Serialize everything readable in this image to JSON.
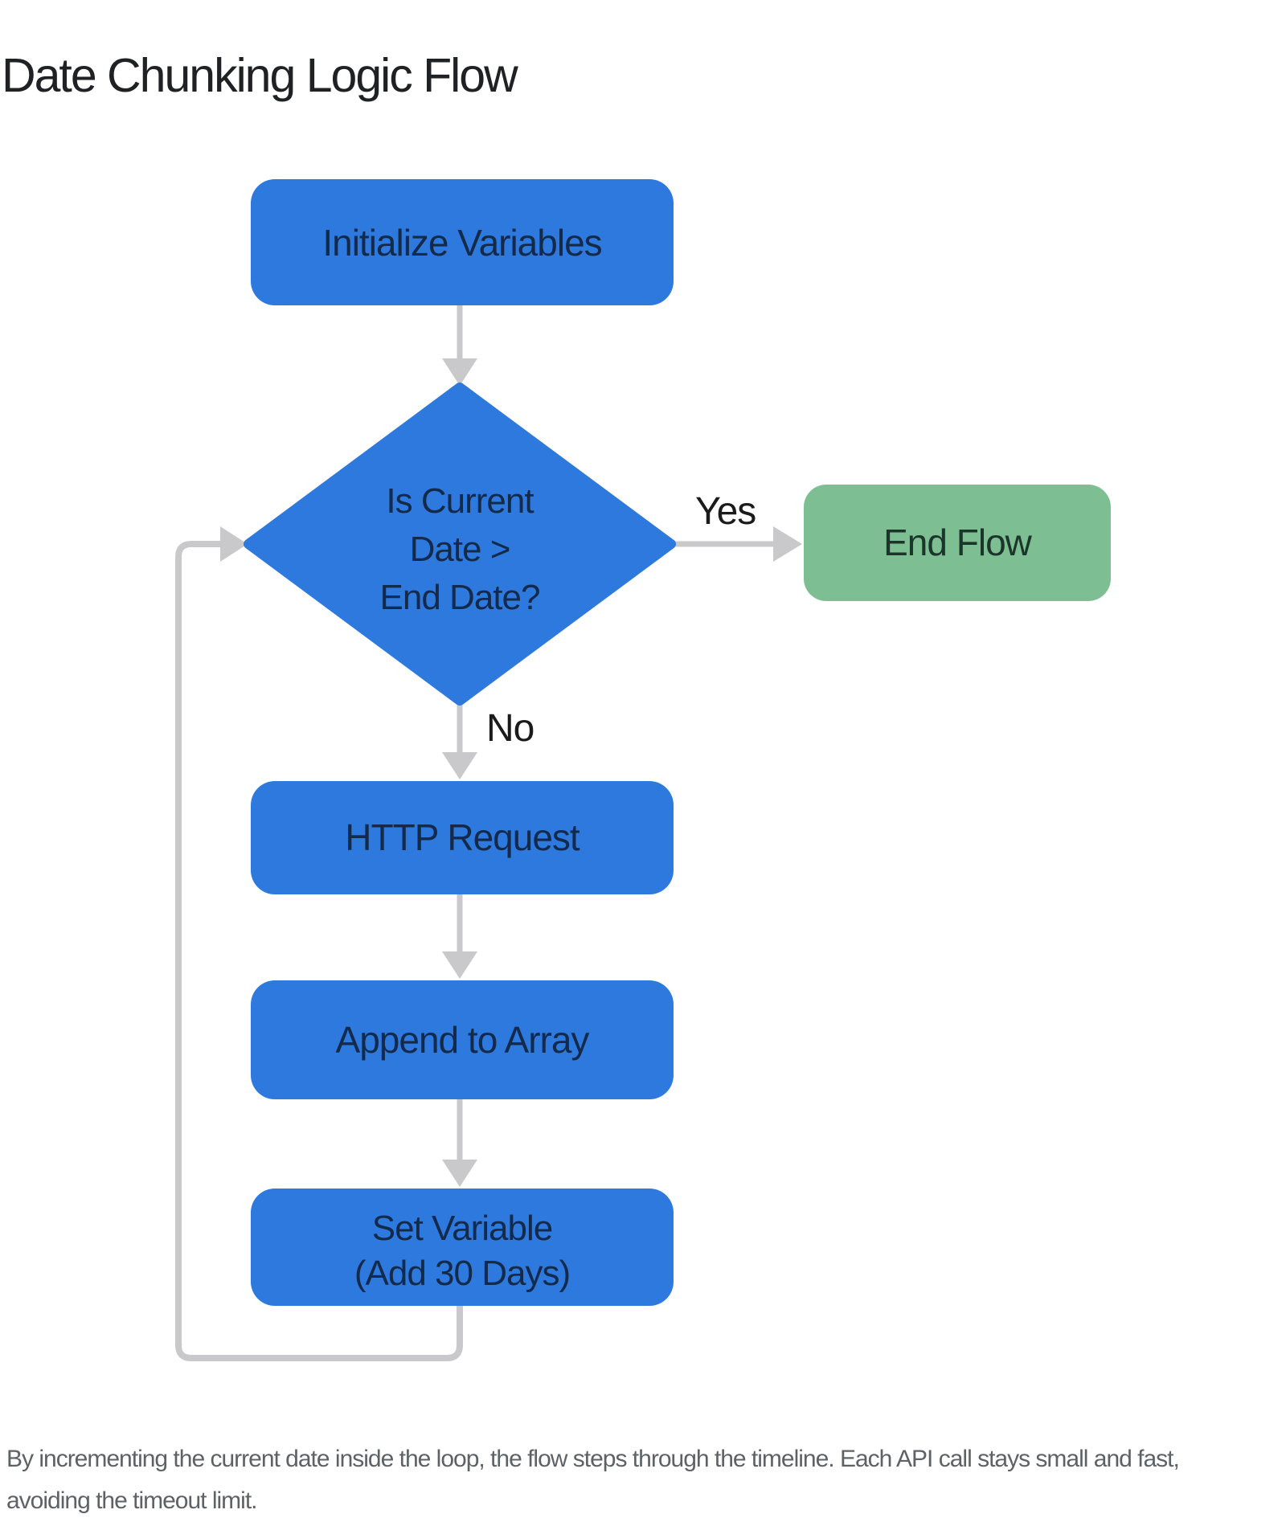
{
  "page": {
    "title": "Date Chunking Logic Flow",
    "background": "#ffffff"
  },
  "flowchart": {
    "colors": {
      "process_fill": "#2e79de",
      "process_text": "#142a4a",
      "end_fill": "#7dbf92",
      "end_text": "#1c352a",
      "connector": "#c9c9cb",
      "label_text": "#1b1b1b"
    },
    "nodes": {
      "initialize": {
        "type": "process",
        "label": "Initialize Variables"
      },
      "decision": {
        "type": "decision",
        "label_line1": "Is Current",
        "label_line2": "Date >",
        "label_line3": "End Date?"
      },
      "end": {
        "type": "terminal",
        "label": "End Flow"
      },
      "http": {
        "type": "process",
        "label": "HTTP Request"
      },
      "append": {
        "type": "process",
        "label": "Append to Array"
      },
      "setvar": {
        "type": "process",
        "label_line1": "Set Variable",
        "label_line2": "(Add 30 Days)"
      }
    },
    "edges": {
      "yes_label": "Yes",
      "no_label": "No"
    }
  },
  "caption": {
    "line1": "By incrementing the current date inside the loop, the flow steps through the timeline. Each API call stays small and fast,",
    "line2": "avoiding the timeout limit."
  }
}
